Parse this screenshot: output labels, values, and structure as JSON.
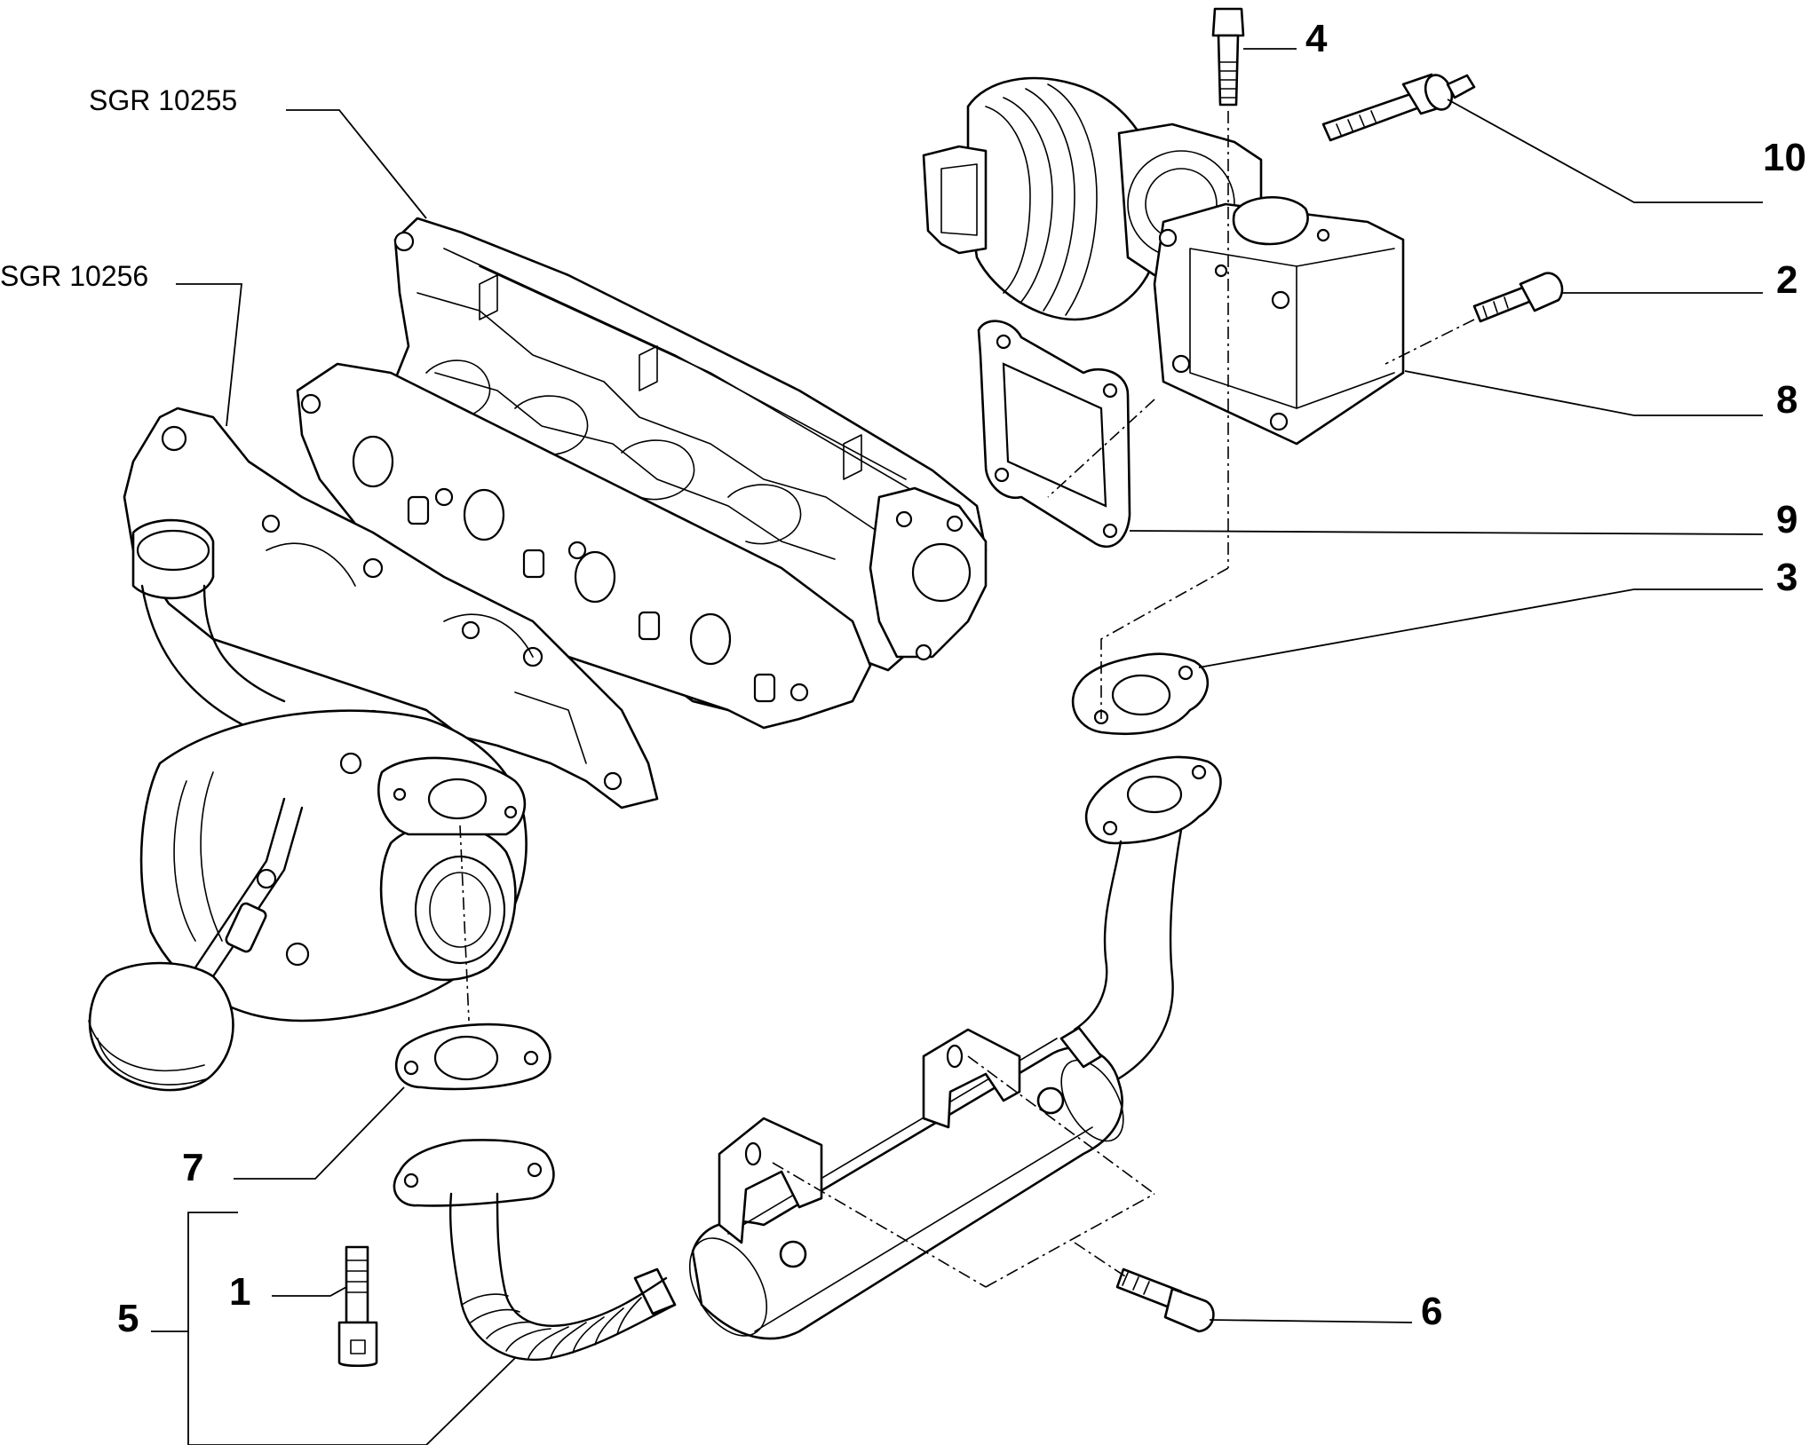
{
  "references": [
    {
      "id": "ref-sgr-10255",
      "text": "SGR 10255"
    },
    {
      "id": "ref-sgr-10256",
      "text": "SGR 10256"
    }
  ],
  "callouts": [
    {
      "id": "1",
      "text": "1"
    },
    {
      "id": "2",
      "text": "2"
    },
    {
      "id": "3",
      "text": "3"
    },
    {
      "id": "4",
      "text": "4"
    },
    {
      "id": "5",
      "text": "5"
    },
    {
      "id": "6",
      "text": "6"
    },
    {
      "id": "7",
      "text": "7"
    },
    {
      "id": "8",
      "text": "8"
    },
    {
      "id": "9",
      "text": "9"
    },
    {
      "id": "10",
      "text": "10"
    }
  ]
}
